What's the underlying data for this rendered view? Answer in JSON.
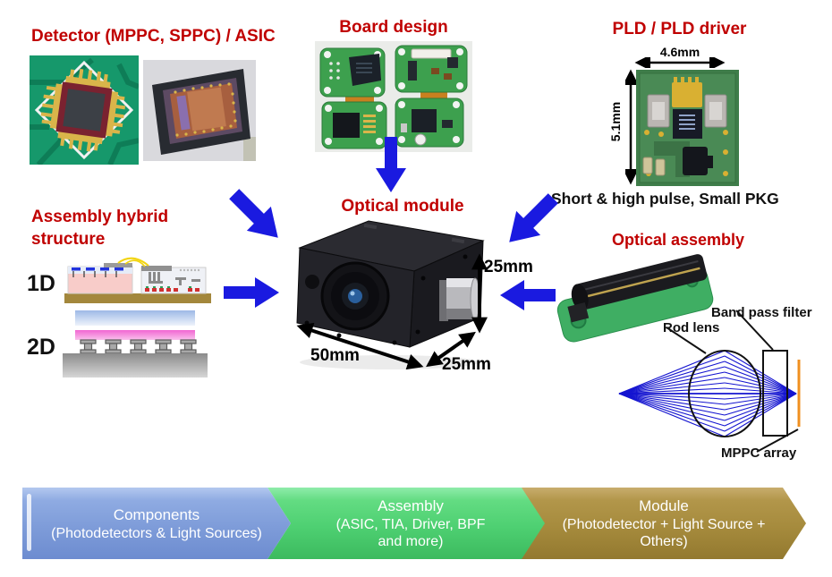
{
  "titles": {
    "detector": "Detector (MPPC, SPPC) / ASIC",
    "board_design": "Board design",
    "pld_driver": "PLD / PLD driver",
    "assembly_hybrid": "Assembly hybrid structure",
    "optical_module": "Optical module",
    "optical_assembly": "Optical assembly"
  },
  "pld": {
    "width_dim": "4.6mm",
    "height_dim": "5.1mm",
    "caption": "Short & high pulse, Small PKG"
  },
  "hybrid": {
    "row_1d": "1D",
    "row_2d": "2D"
  },
  "camera": {
    "dim_height": "25mm",
    "dim_width": "50mm",
    "dim_depth": "25mm"
  },
  "optics": {
    "rod_lens": "Rod lens",
    "band_pass_filter": "Band pass filter",
    "mppc_array": "MPPC array"
  },
  "flow_steps": [
    {
      "title": "Components",
      "subtitle": "(Photodetectors & Light Sources)"
    },
    {
      "title": "Assembly",
      "subtitle": "(ASIC, TIA, Driver, BPF and more)"
    },
    {
      "title": "Module",
      "subtitle": "(Photodetector + Light Source + Others)"
    }
  ],
  "colors": {
    "title_red": "#c00000",
    "arrow_blue": "#1a1ae0",
    "ray_blue": "#1515d0",
    "mppc_orange": "#f09020",
    "flow_blue": "#7e9cd9",
    "flow_green": "#4ed072",
    "flow_gold": "#a68b3d"
  }
}
